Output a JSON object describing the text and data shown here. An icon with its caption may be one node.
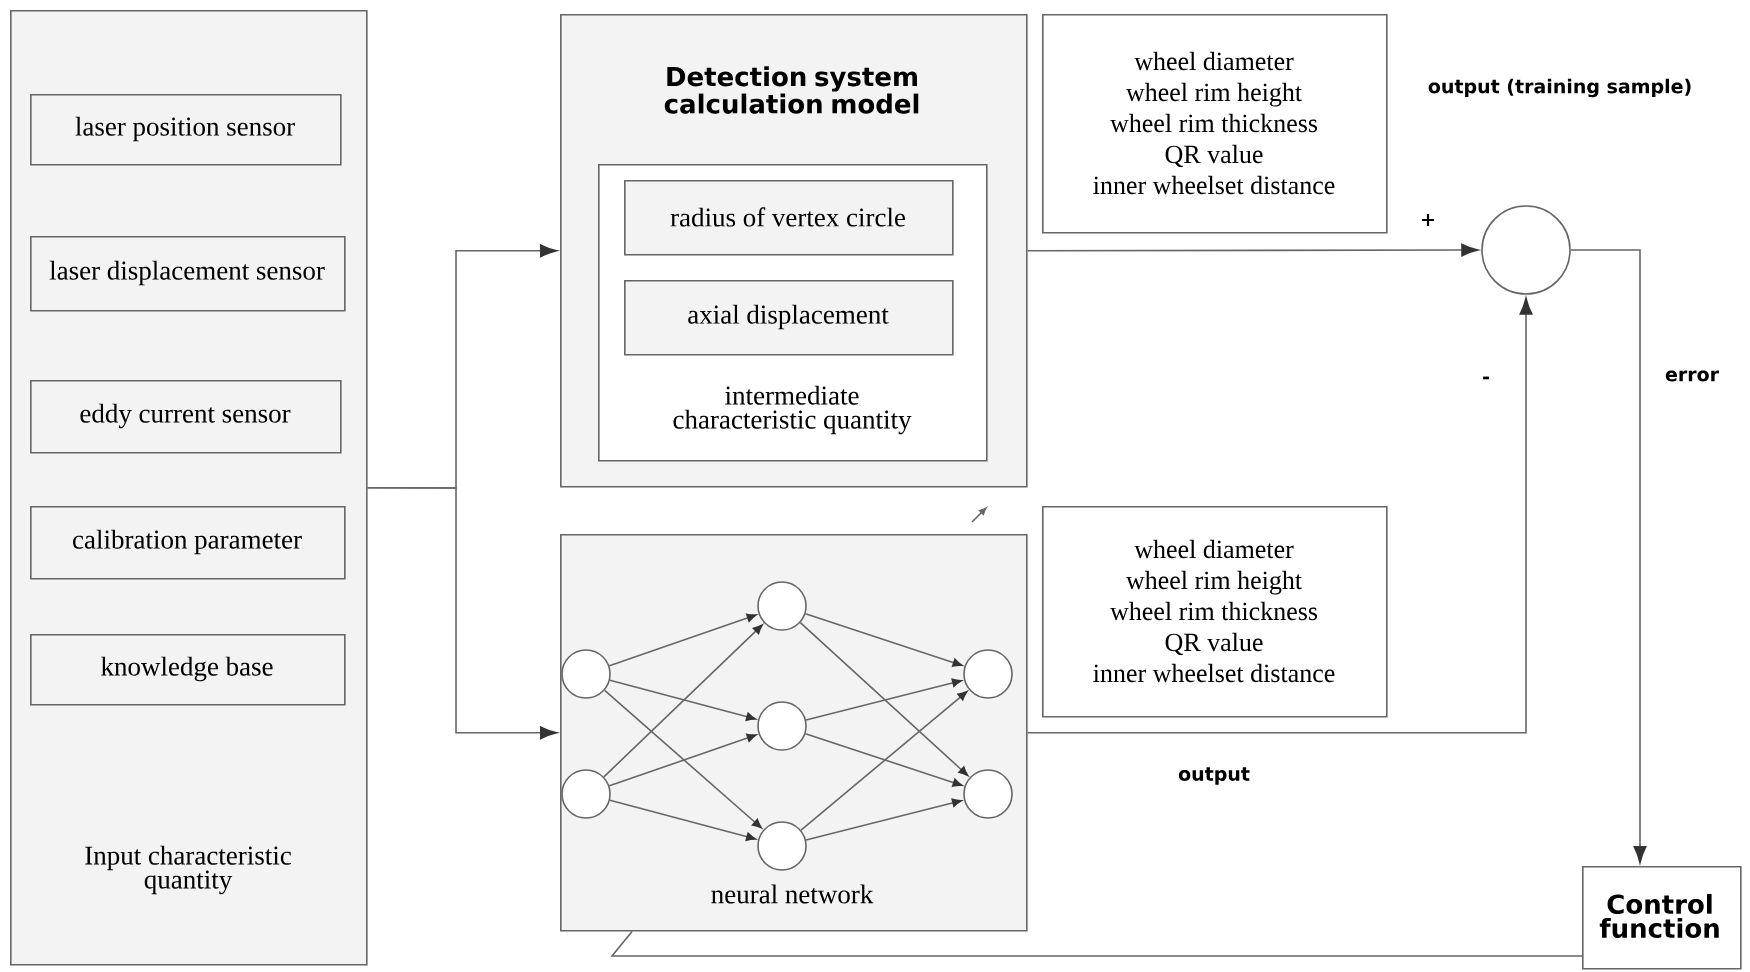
{
  "diagram": {
    "nodes": [
      {
        "text": [
          "Input characteristic quantity"
        ]
      },
      {
        "text": [
          "laser position sensor"
        ],
        "in": 0
      },
      {
        "text": [
          "laser displacement sensor"
        ],
        "in": 0
      },
      {
        "text": [
          "eddy current sensor"
        ],
        "in": 0
      },
      {
        "text": [
          "calibration parameter"
        ],
        "in": 0
      },
      {
        "text": [
          "knowledge base"
        ],
        "in": 0
      },
      {
        "text": [
          "Detection system calculation model"
        ]
      },
      {
        "text": [
          "intermediate characteristic quantity"
        ],
        "in": 6
      },
      {
        "text": [
          "radius of vertex circle"
        ],
        "in": 7
      },
      {
        "text": [
          "axial displacement"
        ],
        "in": 7
      },
      {
        "text": [
          "wheel diameter",
          "wheel rim height",
          "wheel rim thickness",
          "QR value",
          "inner wheelset distance"
        ]
      },
      {
        "text": [
          "neural network"
        ]
      },
      {
        "text": [],
        "shape": "circle",
        "in": 11
      },
      {
        "text": [],
        "shape": "circle",
        "in": 11
      },
      {
        "text": [],
        "shape": "circle",
        "in": 11
      },
      {
        "text": [],
        "shape": "circle",
        "in": 11
      },
      {
        "text": [],
        "shape": "circle",
        "in": 11
      },
      {
        "text": [],
        "shape": "circle",
        "in": 11
      },
      {
        "text": [],
        "shape": "circle",
        "in": 11
      },
      {
        "text": [
          "wheel diameter",
          "wheel rim height",
          "wheel rim thickness",
          "QR value",
          "inner wheelset distance"
        ]
      },
      {
        "text": [],
        "shape": "circle"
      },
      {
        "text": [
          "Control function"
        ]
      }
    ],
    "edges": [
      {
        "from": 0,
        "to": 6,
        "arrow": "to"
      },
      {
        "from": 0,
        "to": 11,
        "arrow": "to"
      },
      {
        "from": 6,
        "to": 20,
        "arrow": "to"
      },
      {
        "from": 11,
        "to": 20,
        "arrow": "to"
      },
      {
        "from": 20,
        "to": 21,
        "arrow": "to"
      },
      {
        "from": 21,
        "to": 11,
        "arrow": "none"
      },
      {
        "from": 12,
        "to": 14,
        "arrow": "to"
      },
      {
        "from": 12,
        "to": 15,
        "arrow": "to"
      },
      {
        "from": 12,
        "to": 16,
        "arrow": "to"
      },
      {
        "from": 13,
        "to": 14,
        "arrow": "to"
      },
      {
        "from": 13,
        "to": 15,
        "arrow": "to"
      },
      {
        "from": 13,
        "to": 16,
        "arrow": "to"
      },
      {
        "from": 14,
        "to": 17,
        "arrow": "to"
      },
      {
        "from": 14,
        "to": 18,
        "arrow": "to"
      },
      {
        "from": 15,
        "to": 17,
        "arrow": "to"
      },
      {
        "from": 15,
        "to": 18,
        "arrow": "to"
      },
      {
        "from": 16,
        "to": 17,
        "arrow": "to"
      },
      {
        "from": 16,
        "to": 18,
        "arrow": "to"
      }
    ],
    "labels": [
      "output (training sample)",
      "+",
      "-",
      "error",
      "output"
    ]
  }
}
